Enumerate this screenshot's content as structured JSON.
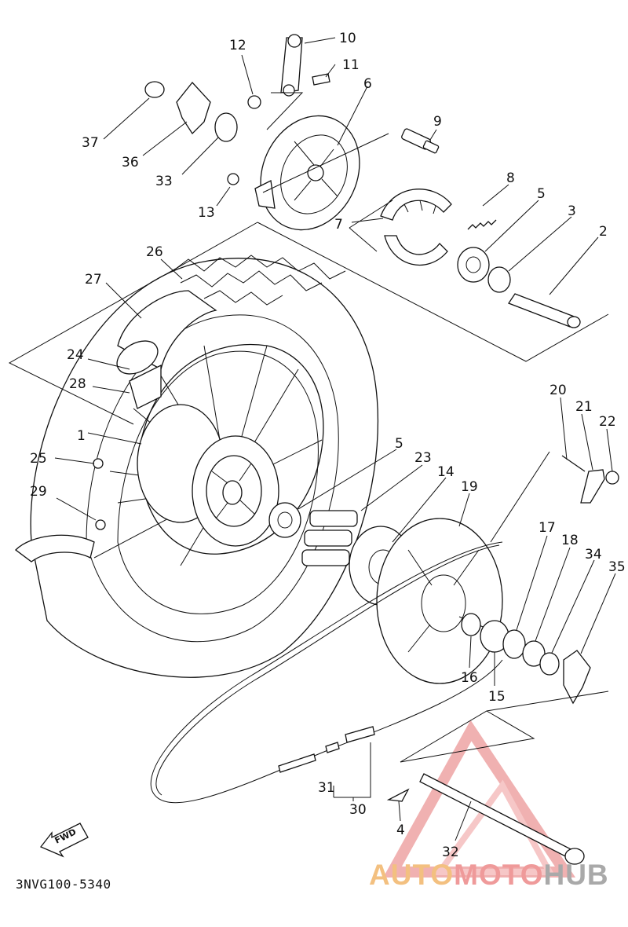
{
  "diagram": {
    "part_labels": [
      "1",
      "2",
      "3",
      "4",
      "5",
      "5",
      "6",
      "7",
      "8",
      "9",
      "10",
      "11",
      "12",
      "13",
      "14",
      "15",
      "16",
      "17",
      "18",
      "19",
      "20",
      "21",
      "22",
      "23",
      "24",
      "25",
      "26",
      "27",
      "28",
      "29",
      "30",
      "31",
      "32",
      "33",
      "34",
      "35",
      "36",
      "37"
    ],
    "drawing_code": "3NVG100-5340",
    "direction_label": "FWD"
  },
  "watermark": {
    "part1": "AUTO",
    "part2": "MOTO",
    "part3": "HUB",
    "colors": {
      "auto": "#f3c080",
      "moto": "#ef9a9a",
      "hub": "#a9a9a9",
      "logo": "#e57373"
    }
  }
}
